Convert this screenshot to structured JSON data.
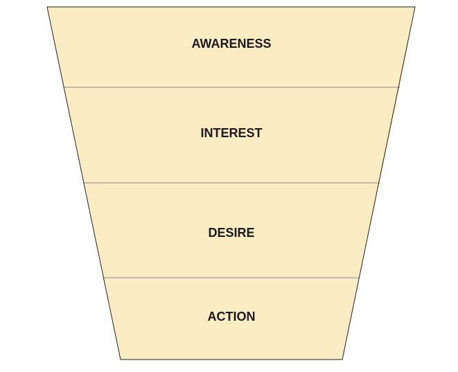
{
  "funnel": {
    "stages": [
      {
        "label": "AWARENESS"
      },
      {
        "label": "INTEREST"
      },
      {
        "label": "DESIRE"
      },
      {
        "label": "ACTION"
      }
    ],
    "fill_color": "#fcecc4",
    "outline_color": "#222222",
    "divider_color": "#8a8a8a"
  }
}
